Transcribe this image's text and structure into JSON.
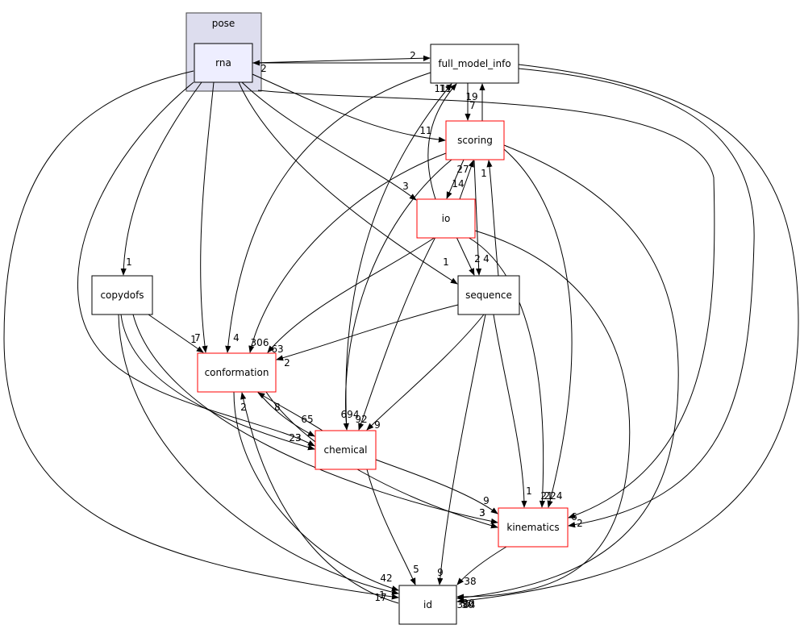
{
  "diagram": {
    "type": "directory-dependency-graph",
    "cluster": {
      "id": "pose",
      "label": "pose",
      "fill": "#ddddee",
      "stroke": "#404040"
    },
    "colors": {
      "node_red_stroke": "#ff0000",
      "node_black_stroke": "#000000",
      "focus_fill": "#eeeeff",
      "edge": "#000000"
    },
    "nodes": [
      {
        "id": "rna",
        "label": "rna",
        "style": "focus"
      },
      {
        "id": "full_model_info",
        "label": "full_model_info",
        "style": "black"
      },
      {
        "id": "scoring",
        "label": "scoring",
        "style": "red"
      },
      {
        "id": "io",
        "label": "io",
        "style": "red"
      },
      {
        "id": "copydofs",
        "label": "copydofs",
        "style": "black"
      },
      {
        "id": "sequence",
        "label": "sequence",
        "style": "black"
      },
      {
        "id": "conformation",
        "label": "conformation",
        "style": "red"
      },
      {
        "id": "chemical",
        "label": "chemical",
        "style": "red"
      },
      {
        "id": "kinematics",
        "label": "kinematics",
        "style": "red"
      },
      {
        "id": "id",
        "label": "id",
        "style": "black"
      }
    ],
    "edges": [
      {
        "from": "rna",
        "to": "full_model_info",
        "label": "2"
      },
      {
        "from": "full_model_info",
        "to": "rna",
        "label": "2"
      },
      {
        "from": "rna",
        "to": "scoring",
        "label": "11"
      },
      {
        "from": "rna",
        "to": "io",
        "label": "3"
      },
      {
        "from": "rna",
        "to": "copydofs",
        "label": "1"
      },
      {
        "from": "rna",
        "to": "sequence",
        "label": "1"
      },
      {
        "from": "rna",
        "to": "conformation",
        "label": "7"
      },
      {
        "from": "rna",
        "to": "chemical",
        "label": "23"
      },
      {
        "from": "rna",
        "to": "kinematics",
        "label": "6"
      },
      {
        "from": "rna",
        "to": "id",
        "label": "17"
      },
      {
        "from": "full_model_info",
        "to": "scoring",
        "label": "7"
      },
      {
        "from": "scoring",
        "to": "full_model_info",
        "label": "19"
      },
      {
        "from": "full_model_info",
        "to": "conformation",
        "label": "4"
      },
      {
        "from": "full_model_info",
        "to": "kinematics",
        "label": "2"
      },
      {
        "from": "full_model_info",
        "to": "id",
        "label": "30"
      },
      {
        "from": "io",
        "to": "full_model_info",
        "label": "11"
      },
      {
        "from": "chemical",
        "to": "full_model_info",
        "label": "11"
      },
      {
        "from": "scoring",
        "to": "io",
        "label": "14"
      },
      {
        "from": "io",
        "to": "scoring",
        "label": "27"
      },
      {
        "from": "sequence",
        "to": "scoring",
        "label": "1"
      },
      {
        "from": "scoring",
        "to": "sequence",
        "label": "4"
      },
      {
        "from": "scoring",
        "to": "conformation",
        "label": "306"
      },
      {
        "from": "scoring",
        "to": "chemical",
        "label": "694"
      },
      {
        "from": "scoring",
        "to": "kinematics",
        "label": "224"
      },
      {
        "from": "scoring",
        "to": "id",
        "label": "384"
      },
      {
        "from": "io",
        "to": "sequence",
        "label": "2"
      },
      {
        "from": "io",
        "to": "conformation",
        "label": "63"
      },
      {
        "from": "io",
        "to": "chemical",
        "label": "92"
      },
      {
        "from": "io",
        "to": "kinematics",
        "label": "21"
      },
      {
        "from": "io",
        "to": "id",
        "label": "20"
      },
      {
        "from": "copydofs",
        "to": "conformation",
        "label": "1"
      },
      {
        "from": "copydofs",
        "to": "chemical",
        "label": "3"
      },
      {
        "from": "copydofs",
        "to": "kinematics",
        "label": "3"
      },
      {
        "from": "copydofs",
        "to": "id",
        "label": "1"
      },
      {
        "from": "sequence",
        "to": "conformation",
        "label": "2"
      },
      {
        "from": "sequence",
        "to": "chemical",
        "label": "9"
      },
      {
        "from": "sequence",
        "to": "kinematics",
        "label": "1"
      },
      {
        "from": "sequence",
        "to": "id",
        "label": "9"
      },
      {
        "from": "conformation",
        "to": "chemical",
        "label": "65"
      },
      {
        "from": "chemical",
        "to": "conformation",
        "label": "8"
      },
      {
        "from": "conformation",
        "to": "kinematics",
        "label": "3"
      },
      {
        "from": "conformation",
        "to": "id",
        "label": "42"
      },
      {
        "from": "id",
        "to": "conformation",
        "label": "2"
      },
      {
        "from": "chemical",
        "to": "kinematics",
        "label": "9"
      },
      {
        "from": "chemical",
        "to": "id",
        "label": "5"
      },
      {
        "from": "kinematics",
        "to": "id",
        "label": "38"
      }
    ]
  }
}
